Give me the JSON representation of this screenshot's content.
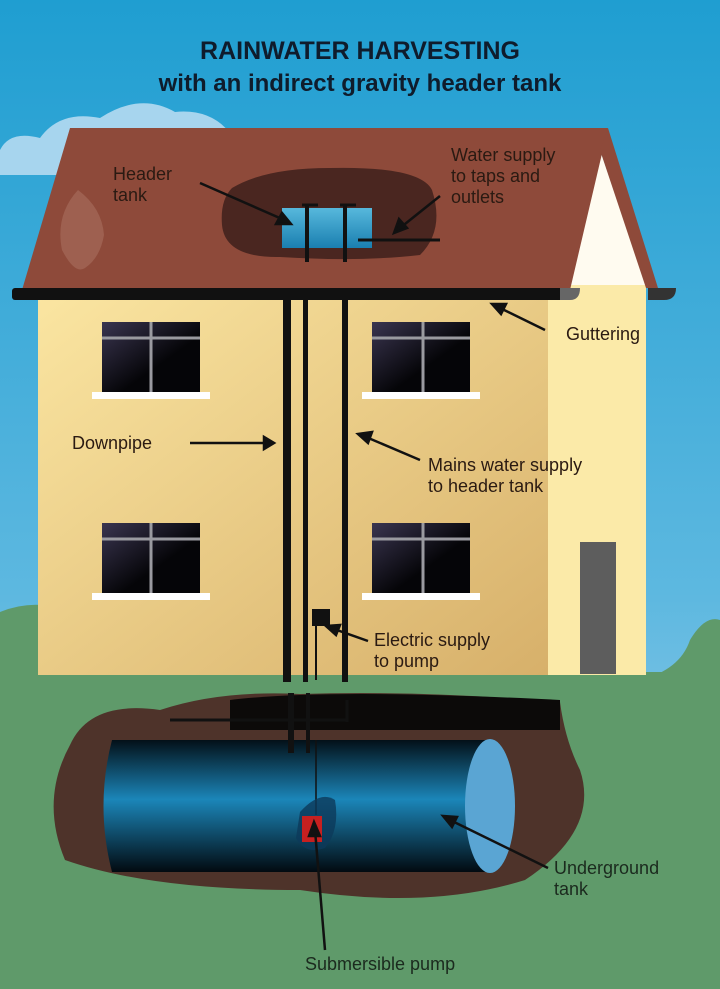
{
  "title": {
    "line1": "RAINWATER HARVESTING",
    "line2": "with an indirect gravity header tank"
  },
  "labels": {
    "header_tank": "Header\ntank",
    "water_supply": "Water supply\nto taps and\noutlets",
    "guttering": "Guttering",
    "downpipe": "Downpipe",
    "mains": "Mains water supply\nto header tank",
    "electric": "Electric supply\nto pump",
    "underground": "Underground\ntank",
    "pump": "Submersible pump"
  },
  "colors": {
    "sky": "#2aa3d4",
    "roof": "#8e4a3a",
    "wall": "#f0d48a",
    "grass": "#5f9a6a",
    "soil": "#4e332a",
    "tank": "#1a7fb0"
  }
}
